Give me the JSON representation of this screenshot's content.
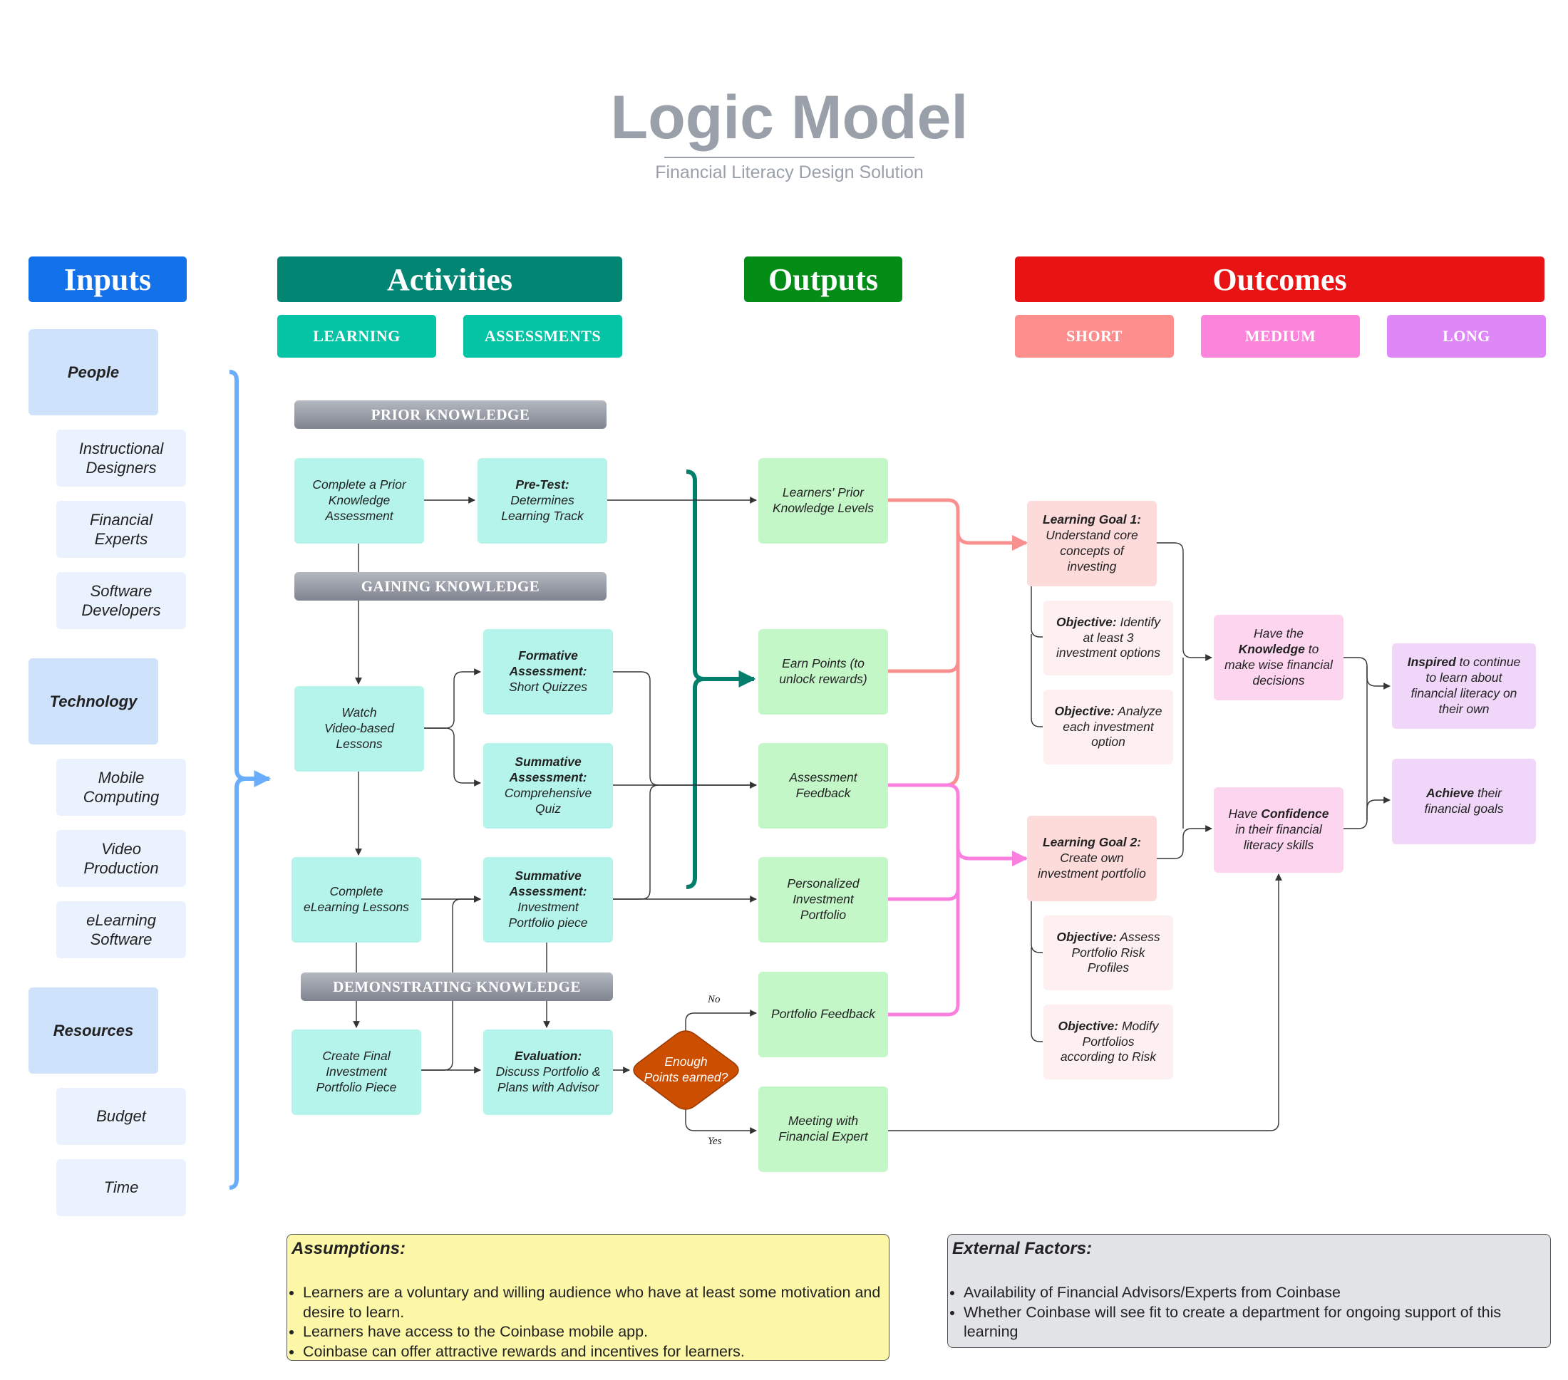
{
  "title": "Logic Model",
  "subtitle": "Financial Literacy Design Solution",
  "headers": {
    "inputs": "Inputs",
    "activities": "Activities",
    "outputs": "Outputs",
    "outcomes": "Outcomes",
    "learning": "LEARNING",
    "assessments": "ASSESSMENTS",
    "short": "SHORT",
    "medium": "MEDIUM",
    "long": "LONG"
  },
  "colors": {
    "inputs": "#1372ea",
    "activities": "#028573",
    "activities_sub": "#05c4a6",
    "outputs": "#038c16",
    "outcomes": "#e81414",
    "short": "#fc8e8e",
    "medium": "#fc84db",
    "long": "#de88f7",
    "decision": "#cc4e00",
    "input_bracket": "#6aaefb",
    "assumptions_bg": "#fdf7a8",
    "external_bg": "#e1e3e7"
  },
  "inputs": {
    "people": "People",
    "instructional_designers": "Instructional\nDesigners",
    "financial_experts": "Financial\nExperts",
    "software_developers": "Software\nDevelopers",
    "technology": "Technology",
    "mobile_computing": "Mobile\nComputing",
    "video_production": "Video\nProduction",
    "elearning_software": "eLearning\nSoftware",
    "resources": "Resources",
    "budget": "Budget",
    "time": "Time"
  },
  "stages": {
    "prior": "PRIOR KNOWLEDGE",
    "gaining": "GAINING KNOWLEDGE",
    "demonstrating": "DEMONSTRATING KNOWLEDGE"
  },
  "activities": {
    "prior_assessment": "Complete a Prior\nKnowledge\nAssessment",
    "pretest_title": "Pre-Test:",
    "pretest_text": "Determines\nLearning Track",
    "watch_videos": "Watch\nVideo-based\nLessons",
    "formative_title": "Formative\nAssessment:",
    "formative_text": "Short Quizzes",
    "summative1_title": "Summative\nAssessment:",
    "summative1_text": "Comprehensive\nQuiz",
    "complete_elearning": "Complete\neLearning Lessons",
    "summative2_title": "Summative\nAssessment:",
    "summative2_text": "Investment\nPortfolio piece",
    "create_final": "Create Final\nInvestment\nPortfolio Piece",
    "evaluation_title": "Evaluation:",
    "evaluation_text": "Discuss Portfolio &\nPlans with Advisor",
    "decision": "Enough\nPoints earned?",
    "no_label": "No",
    "yes_label": "Yes"
  },
  "outputs": {
    "prior_levels": "Learners' Prior\nKnowledge Levels",
    "earn_points": "Earn Points (to\nunlock rewards)",
    "assessment_feedback": "Assessment\nFeedback",
    "personalized_portfolio": "Personalized\nInvestment\nPortfolio",
    "portfolio_feedback": "Portfolio Feedback",
    "meeting_expert": "Meeting with\nFinancial Expert"
  },
  "outcomes": {
    "goal1_title": "Learning Goal 1:",
    "goal1_text": "Understand core\nconcepts of\ninvesting",
    "obj1_title": "Objective:",
    "obj1_text": " Identify\nat least 3\ninvestment options",
    "obj2_title": "Objective:",
    "obj2_text": " Analyze\neach investment\noption",
    "goal2_title": "Learning Goal 2:",
    "goal2_text": "Create own\ninvestment portfolio",
    "obj3_title": "Objective:",
    "obj3_text": " Assess\nPortfolio Risk\nProfiles",
    "obj4_title": "Objective:",
    "obj4_text": " Modify\nPortfolios\naccording to Risk",
    "knowledge_pre": "Have the",
    "knowledge_bold": "Knowledge",
    "knowledge_post": " to\nmake wise financial\ndecisions",
    "confidence_pre": "Have ",
    "confidence_bold": "Confidence",
    "confidence_post": "\nin their financial\nliteracy skills",
    "inspired_bold": "Inspired",
    "inspired_post": " to continue\nto learn about\nfinancial literacy on\ntheir own",
    "achieve_bold": "Achieve",
    "achieve_post": " their\nfinancial goals"
  },
  "assumptions": {
    "title": "Assumptions:",
    "items": [
      "Learners are a voluntary and willing audience who have at least some motivation and desire to learn.",
      "Learners have access to the Coinbase mobile app.",
      "Coinbase can offer attractive rewards and incentives for learners."
    ]
  },
  "external_factors": {
    "title": "External Factors:",
    "items": [
      "Availability of Financial Advisors/Experts from Coinbase",
      "Whether Coinbase will see fit to create a department for ongoing support of this learning"
    ]
  }
}
